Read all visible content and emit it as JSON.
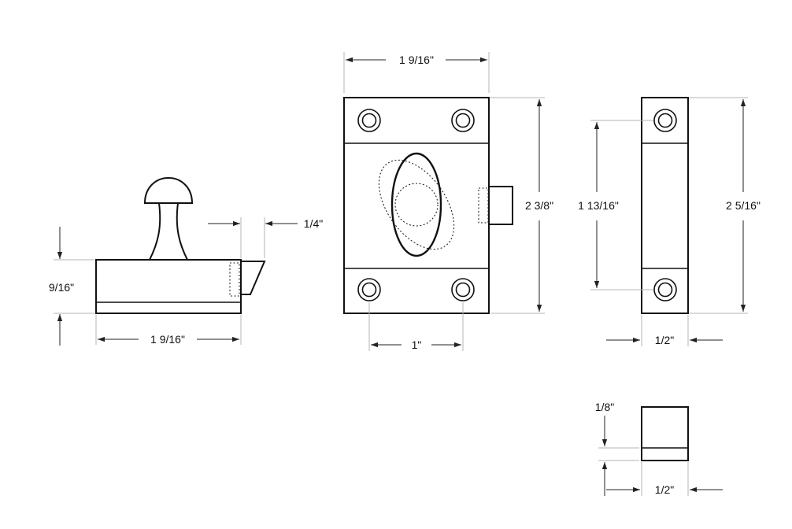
{
  "dimensions": {
    "side_length": "1  9/16\"",
    "side_height": "9/16\"",
    "bolt_throw": "1/4\"",
    "front_width": "1  9/16\"",
    "front_height": "2 3/8\"",
    "knob_spacing": "1\"",
    "strike_hole_spacing": "1 13/16\"",
    "strike_height": "2  5/16\"",
    "strike_width": "1/2\"",
    "keeper_thickness": "1/8\"",
    "keeper_width": "1/2\""
  }
}
